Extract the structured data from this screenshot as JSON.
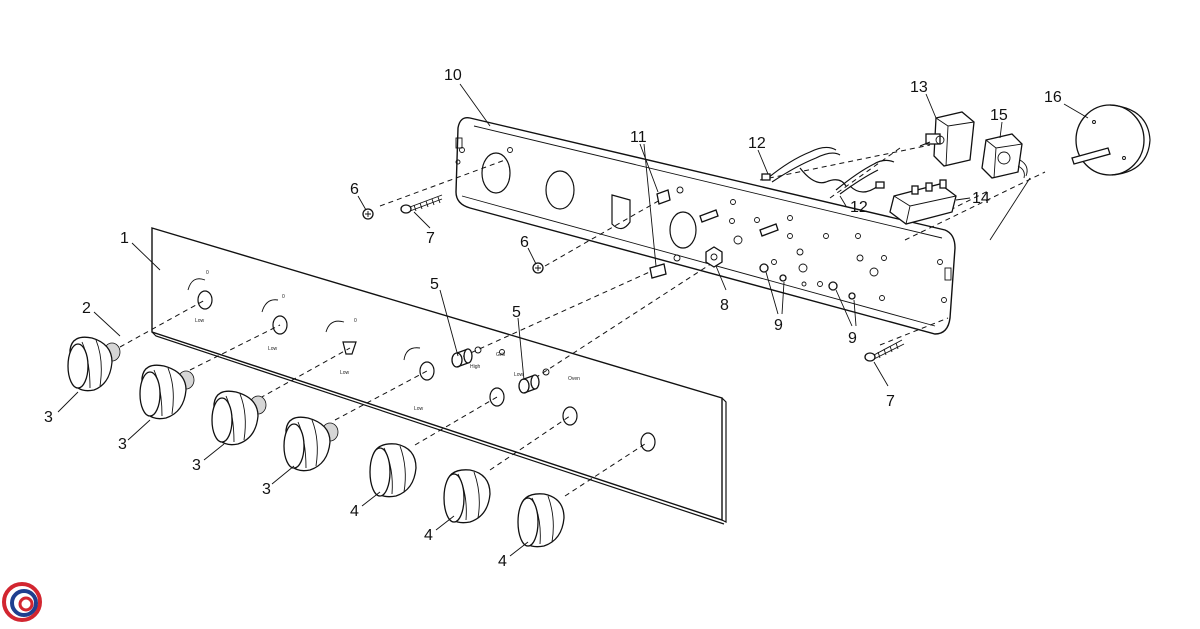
{
  "diagram": {
    "callouts": [
      {
        "id": "c1",
        "text": "1"
      },
      {
        "id": "c2",
        "text": "2"
      },
      {
        "id": "c3a",
        "text": "3"
      },
      {
        "id": "c3b",
        "text": "3"
      },
      {
        "id": "c3c",
        "text": "3"
      },
      {
        "id": "c3d",
        "text": "3"
      },
      {
        "id": "c4a",
        "text": "4"
      },
      {
        "id": "c4b",
        "text": "4"
      },
      {
        "id": "c4c",
        "text": "4"
      },
      {
        "id": "c5a",
        "text": "5"
      },
      {
        "id": "c5b",
        "text": "5"
      },
      {
        "id": "c6a",
        "text": "6"
      },
      {
        "id": "c6b",
        "text": "6"
      },
      {
        "id": "c7a",
        "text": "7"
      },
      {
        "id": "c7b",
        "text": "7"
      },
      {
        "id": "c8",
        "text": "8"
      },
      {
        "id": "c9a",
        "text": "9"
      },
      {
        "id": "c9b",
        "text": "9"
      },
      {
        "id": "c10",
        "text": "10"
      },
      {
        "id": "c11",
        "text": "11"
      },
      {
        "id": "c12a",
        "text": "12"
      },
      {
        "id": "c12b",
        "text": "12"
      },
      {
        "id": "c13",
        "text": "13"
      },
      {
        "id": "c14",
        "text": "14"
      },
      {
        "id": "c15",
        "text": "15"
      },
      {
        "id": "c16",
        "text": "16"
      }
    ],
    "panel_labels": {
      "grill": "Grill",
      "oven": "Oven",
      "high": "High",
      "low": "Low",
      "zero": "0"
    },
    "logo_colors": {
      "red": "#d22630",
      "blue": "#1f3f8f"
    }
  }
}
